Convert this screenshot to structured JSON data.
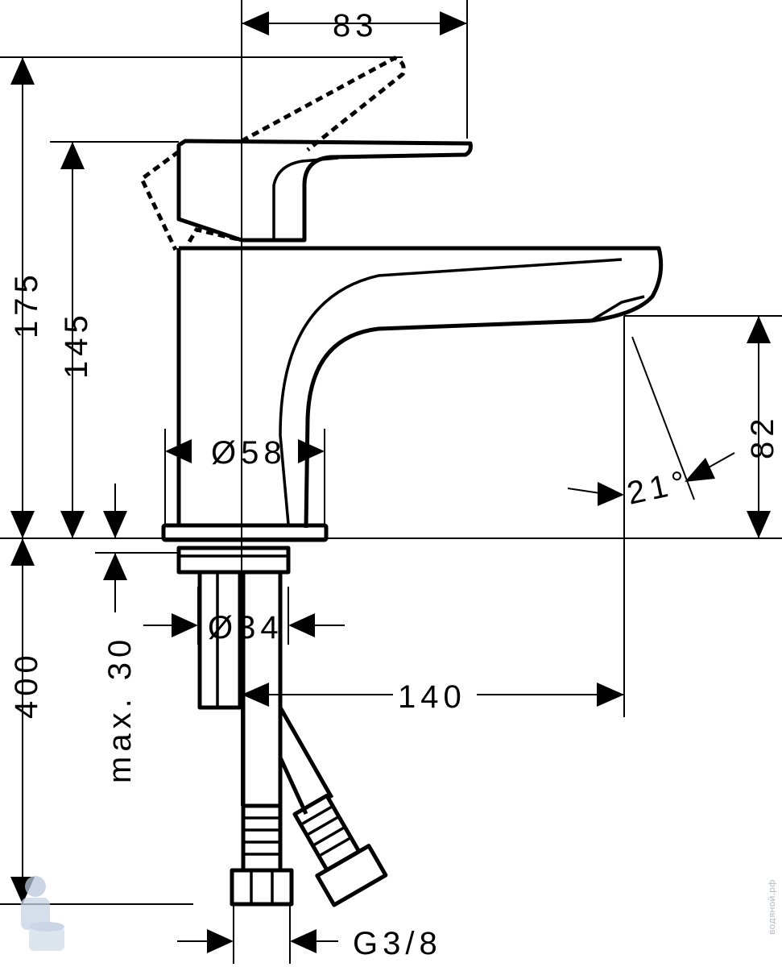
{
  "dimensions": {
    "top_width": "83",
    "total_height": "175",
    "body_height": "145",
    "body_diameter": "Ø58",
    "spout_clearance": "82",
    "spout_angle": "21°",
    "hose_length": "400",
    "max_deck_thickness": "max. 30",
    "shank_diameter": "Ø34",
    "spout_reach": "140",
    "thread": "G3/8"
  },
  "watermark": {
    "text": "водяной.рф",
    "icon": "plumber-icon",
    "color": "#9aa3ad"
  }
}
